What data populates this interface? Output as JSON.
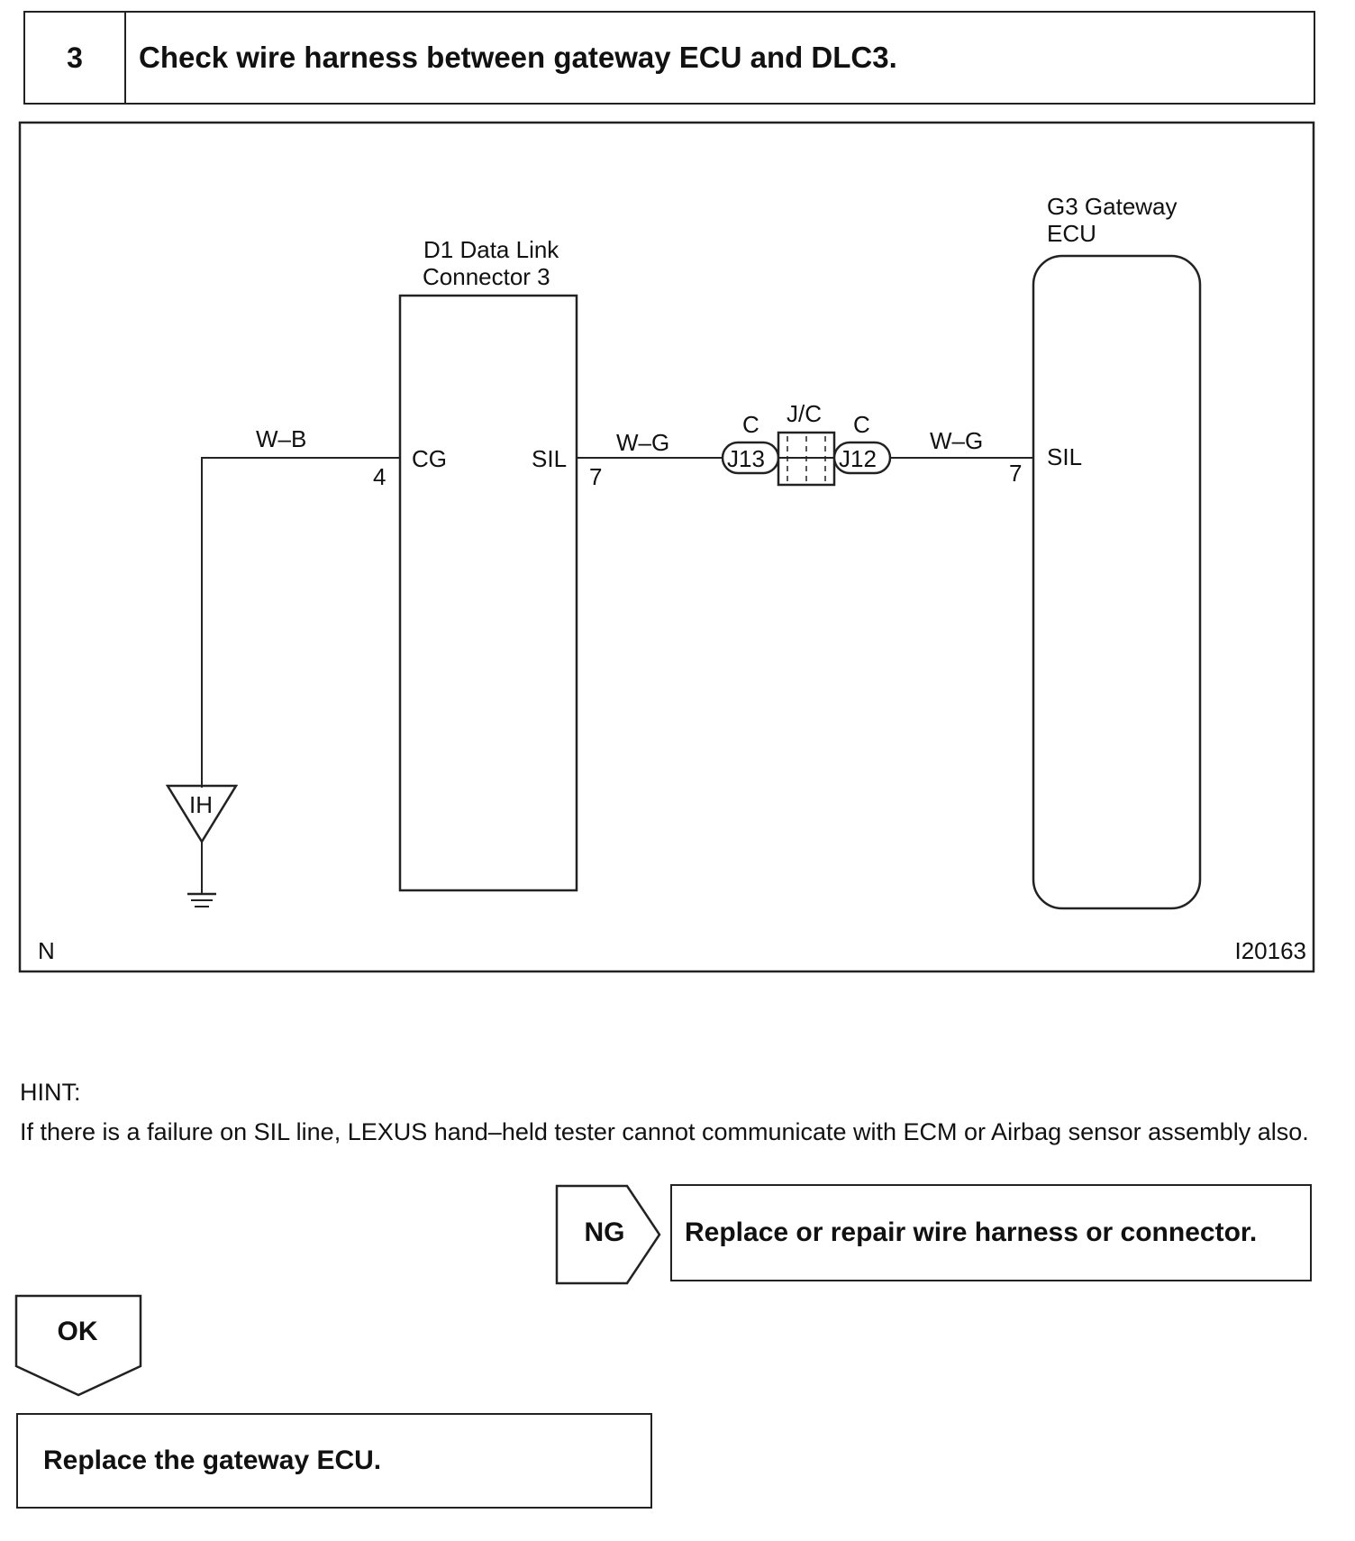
{
  "step": {
    "number": "3",
    "title": "Check wire harness between gateway ECU and DLC3."
  },
  "diagram": {
    "dlc": {
      "label_line1": "D1 Data Link",
      "label_line2": "Connector 3"
    },
    "gateway": {
      "label_line1": "G3 Gateway",
      "label_line2": "ECU"
    },
    "pins": {
      "cg_pin": "4",
      "cg_label": "CG",
      "dlc_sil_pin": "7",
      "dlc_sil_label": "SIL",
      "ecu_sil_pin": "7",
      "ecu_sil_label": "SIL"
    },
    "wires": {
      "ground_wire": "W–B",
      "wire_left": "W–G",
      "wire_right": "W–G"
    },
    "junction": {
      "jc_label": "J/C",
      "left_connector": "J13",
      "left_code": "C",
      "right_connector": "J12",
      "right_code": "C"
    },
    "ground_point": "IH",
    "corner_left": "N",
    "figure_id": "I20163"
  },
  "hint": {
    "title": "HINT:",
    "body": "If there is a failure on SIL line, LEXUS hand–held tester cannot communicate with ECM or Airbag sensor assembly also."
  },
  "results": {
    "ng_label": "NG",
    "ng_action": "Replace or repair wire harness or connector.",
    "ok_label": "OK",
    "ok_action": "Replace the gateway ECU."
  }
}
